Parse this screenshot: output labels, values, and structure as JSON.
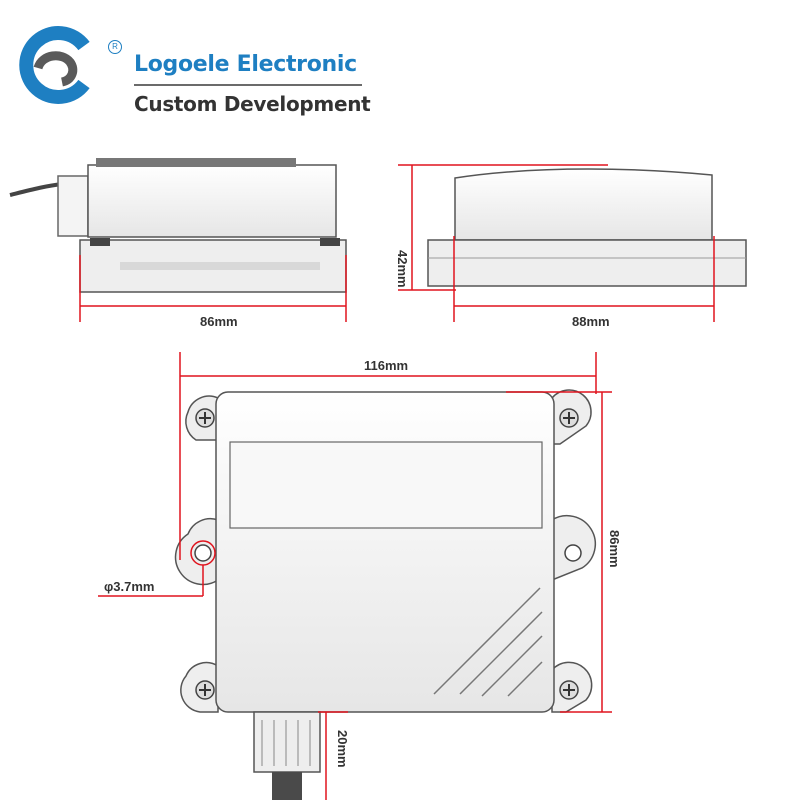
{
  "brand": {
    "name": "Logoele Electronic",
    "tagline": "Custom Development",
    "registered_mark": "R",
    "colors": {
      "logo_blue": "#1e7fc2",
      "logo_gray": "#5a5a5a"
    }
  },
  "dimensions": {
    "side_width": "86mm",
    "front_width": "88mm",
    "height": "42mm",
    "top_width": "116mm",
    "top_depth": "86mm",
    "hole_diameter": "φ3.7mm",
    "gland_length": "20mm"
  },
  "colors": {
    "dimension_line": "#e0141e",
    "outline": "#555555",
    "body_fill": "#f2f2f2"
  }
}
